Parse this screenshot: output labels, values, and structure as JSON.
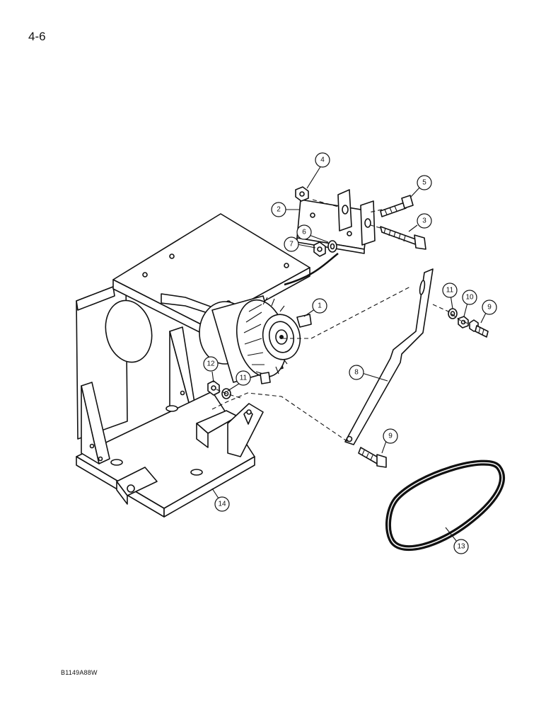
{
  "page": {
    "number": "4-6",
    "figure_code": "B1149A88W"
  },
  "callouts": [
    {
      "id": "callout-1",
      "label": "1"
    },
    {
      "id": "callout-2",
      "label": "2"
    },
    {
      "id": "callout-3",
      "label": "3"
    },
    {
      "id": "callout-4",
      "label": "4"
    },
    {
      "id": "callout-5",
      "label": "5"
    },
    {
      "id": "callout-6",
      "label": "6"
    },
    {
      "id": "callout-7",
      "label": "7"
    },
    {
      "id": "callout-8",
      "label": "8"
    },
    {
      "id": "callout-9a",
      "label": "9"
    },
    {
      "id": "callout-9b",
      "label": "9"
    },
    {
      "id": "callout-10",
      "label": "10"
    },
    {
      "id": "callout-11a",
      "label": "11"
    },
    {
      "id": "callout-11b",
      "label": "11"
    },
    {
      "id": "callout-12",
      "label": "12"
    },
    {
      "id": "callout-13",
      "label": "13"
    },
    {
      "id": "callout-14",
      "label": "14"
    }
  ]
}
